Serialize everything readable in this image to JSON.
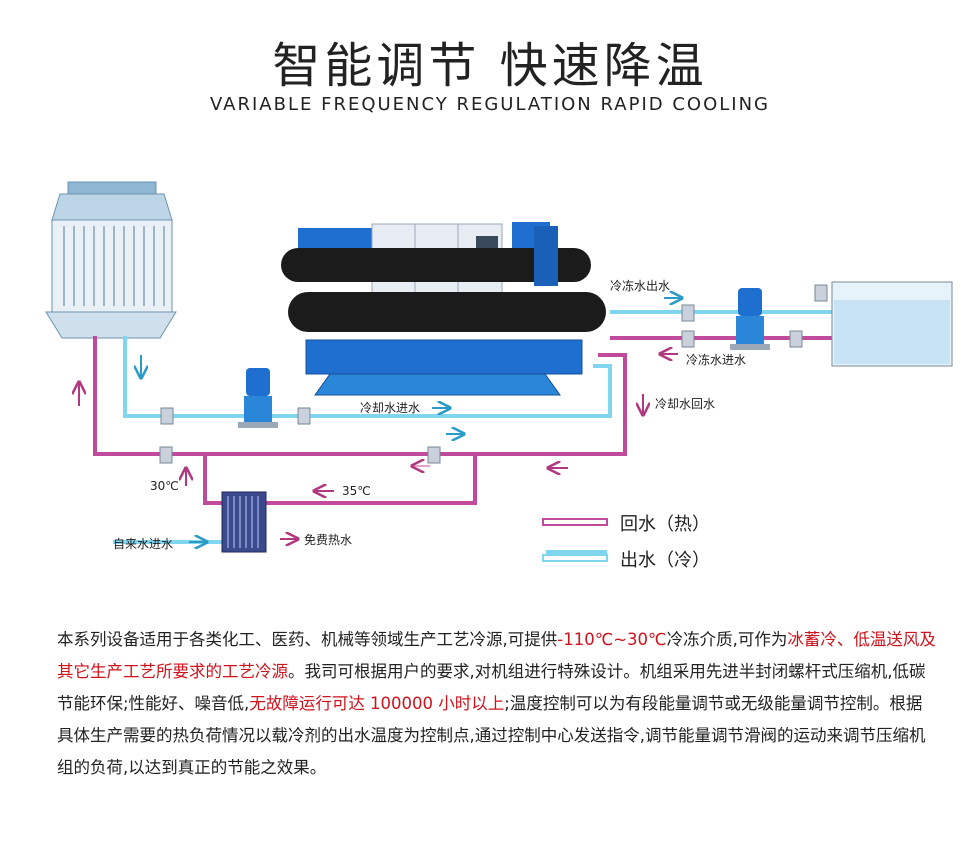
{
  "header": {
    "title": "智能调节 快速降温",
    "subtitle": "VARIABLE FREQUENCY REGULATION  RAPID COOLING"
  },
  "diagram": {
    "labels": {
      "chilled_water_out": "冷冻水出水",
      "chilled_water_in": "冷冻水进水",
      "cooling_water_in": "冷却水进水",
      "cooling_water_return": "冷却水回水",
      "temp_30": "30℃",
      "temp_35": "35℃",
      "tap_water_in": "自来水进水",
      "free_hot_water": "免费热水"
    },
    "legend": {
      "return_hot": "回水（热）",
      "outlet_cold": "出水（冷）"
    },
    "colors": {
      "hot_pipe": "#c04a9c",
      "cold_pipe": "#7fd6ee",
      "machine_blue": "#1f6fd1",
      "accent_red": "#d0121b"
    }
  },
  "description": {
    "p1": "本系列设备适用于各类化工、医药、机械等领域生产工艺冷源,可提供",
    "r1": "-110℃~30℃",
    "p2": "冷冻介质,可作为",
    "r2": "冰蓄冷、低温送风及其它生产工艺所要求的工艺冷源",
    "p3": "。我司可根据用户的要求,对机组进行特殊设计。机组采用先进半封闭螺杆式压缩机,低碳节能环保;性能好、噪音低,",
    "r3": "无故障运行可达 100000 小时以上",
    "p4": ";温度控制可以为有段能量调节或无级能量调节控制。根据具体生产需要的热负荷情况以载冷剂的出水温度为控制点,通过控制中心发送指令,调节能量调节滑阀的运动来调节压缩机组的负荷,以达到真正的节能之效果。"
  }
}
